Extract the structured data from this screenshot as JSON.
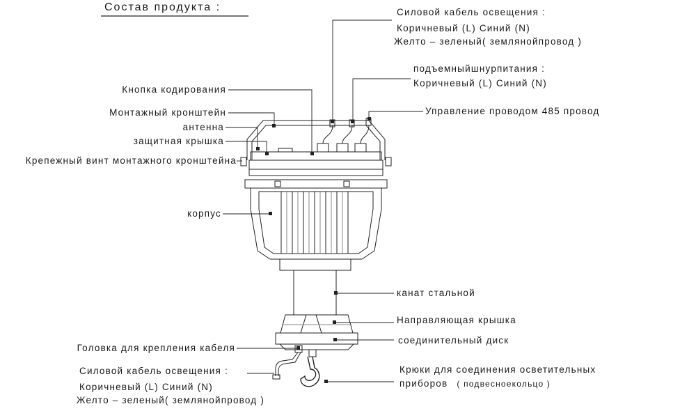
{
  "title": "Состав продукта :",
  "labels": {
    "top_power_cable_title": "Силовой кабель освещения :",
    "top_power_cable_line1": "Коричневый (L)   Синий (N)",
    "top_power_cable_line2": "Желто – зеленый( землянойпровод )",
    "lift_cord_title": "подъемныйшнурпитания :",
    "lift_cord_line1": "Коричневый (L)   Синий (N)",
    "control_485": "Управление проводом 485 провод",
    "coding_button": "Кнопка кодирования",
    "mount_bracket": "Монтажный кронштейн",
    "antenna": "антенна",
    "protective_cover": "защитная крышка",
    "bracket_screw": "Крепежный винт монтажного кронштейна",
    "housing": "корпус",
    "steel_cable": "канат стальной",
    "guide_cover": "Направляющая крышка",
    "connecting_disc": "соединительный диск",
    "cable_head": "Головка для крепления кабеля",
    "bottom_power_cable_title": "Силовой кабель освещения :",
    "bottom_power_cable_line1": "Коричневый (L)   Синий (N)",
    "bottom_power_cable_line2": "Желто – зеленый( землянойпровод )",
    "hooks_line1": "Крюки для соединения осветительных",
    "hooks_line2_main": "приборов",
    "hooks_line2_note": "( подвесноекольцо )"
  }
}
